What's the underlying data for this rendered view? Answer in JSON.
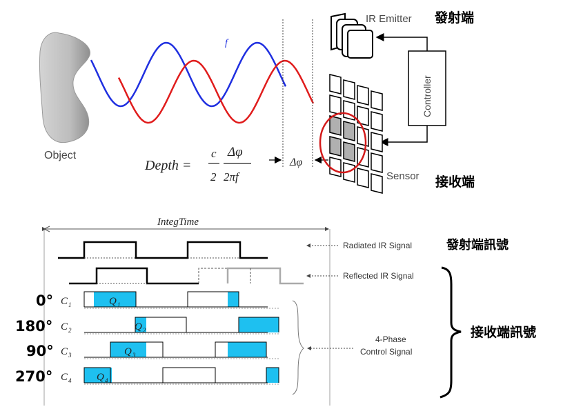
{
  "top": {
    "object_label": "Object",
    "freq_label": "f",
    "ir_emitter_label": "IR Emitter",
    "emitter_zh": "發射端",
    "controller_label": "Controller",
    "sensor_label": "Sensor",
    "sensor_zh": "接收端",
    "delta_phi": "Δφ",
    "formula": {
      "lhs": "Depth =",
      "num1": "c",
      "den1": "2",
      "num2": "Δφ",
      "den2": "2πf"
    }
  },
  "bottom": {
    "integ_time": "IntegTime",
    "radiated_label": "Radiated IR Signal",
    "radiated_zh": "發射端訊號",
    "reflected_label": "Reflected IR Signal",
    "phase_label_1": "4-Phase",
    "phase_label_2": "Control Signal",
    "receiver_zh": "接收端訊號",
    "channels": [
      {
        "angle": "0°",
        "cap_letter": "C",
        "cap_sub": "1",
        "charge_letter": "Q",
        "charge_sub": "1"
      },
      {
        "angle": "180°",
        "cap_letter": "C",
        "cap_sub": "2",
        "charge_letter": "Q",
        "charge_sub": "2"
      },
      {
        "angle": "90°",
        "cap_letter": "C",
        "cap_sub": "3",
        "charge_letter": "Q",
        "charge_sub": "3"
      },
      {
        "angle": "270°",
        "cap_letter": "C",
        "cap_sub": "4",
        "charge_letter": "Q",
        "charge_sub": "4"
      }
    ]
  },
  "colors": {
    "wave_blue": "#1f2fe0",
    "wave_red": "#e01c1c",
    "charge_fill": "#1ec0f0",
    "circle_red": "#d31a1a",
    "object_fill": "#bdbdbd"
  }
}
